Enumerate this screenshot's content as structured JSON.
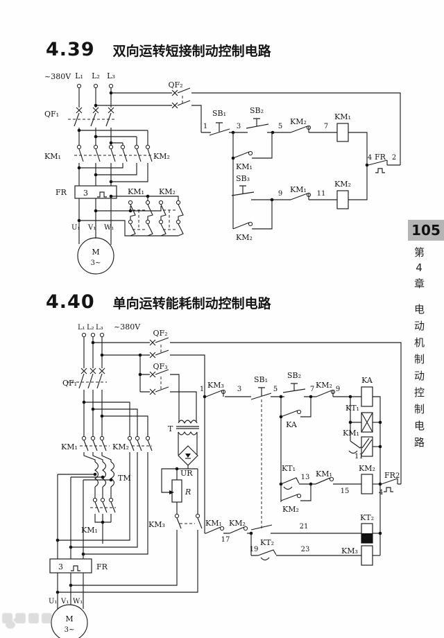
{
  "sidebar": {
    "page_number": "105",
    "chapter": "第4章",
    "book_title": "电动机制动控制电路"
  },
  "s1": {
    "number": "4.39",
    "title": "双向运转短接制动控制电路"
  },
  "s2": {
    "number": "4.40",
    "title": "单向运转能耗制动控制电路"
  },
  "labels": {
    "v380": "~380V",
    "l1": "L₁",
    "l2": "L₂",
    "l3": "L₃",
    "u1": "U₁",
    "v1": "V₁",
    "w1": "W₁",
    "m": "M",
    "m3": "3~",
    "qf1": "QF₁",
    "qf2": "QF₂",
    "qf3": "QF₃",
    "km1": "KM₁",
    "km2": "KM₂",
    "km3": "KM₃",
    "fr": "FR",
    "sb1": "SB₁",
    "sb2": "SB₂",
    "sb3": "SB₃",
    "ka": "KA",
    "kt1": "KT₁",
    "kt2": "KT₂",
    "t": "T",
    "tm": "TM",
    "ur": "UR",
    "r": "R",
    "heater": "3"
  },
  "wire_numbers": {
    "n1": "1",
    "n2": "2",
    "n3": "3",
    "n4": "4",
    "n5": "5",
    "n7": "7",
    "n9": "9",
    "n11": "11",
    "n13": "13",
    "n15": "15",
    "n17": "17",
    "n19": "19",
    "n21": "21",
    "n23": "23"
  },
  "colors": {
    "page_tab_bg": "#b5b5b5",
    "ink": "#1e1e1e"
  }
}
